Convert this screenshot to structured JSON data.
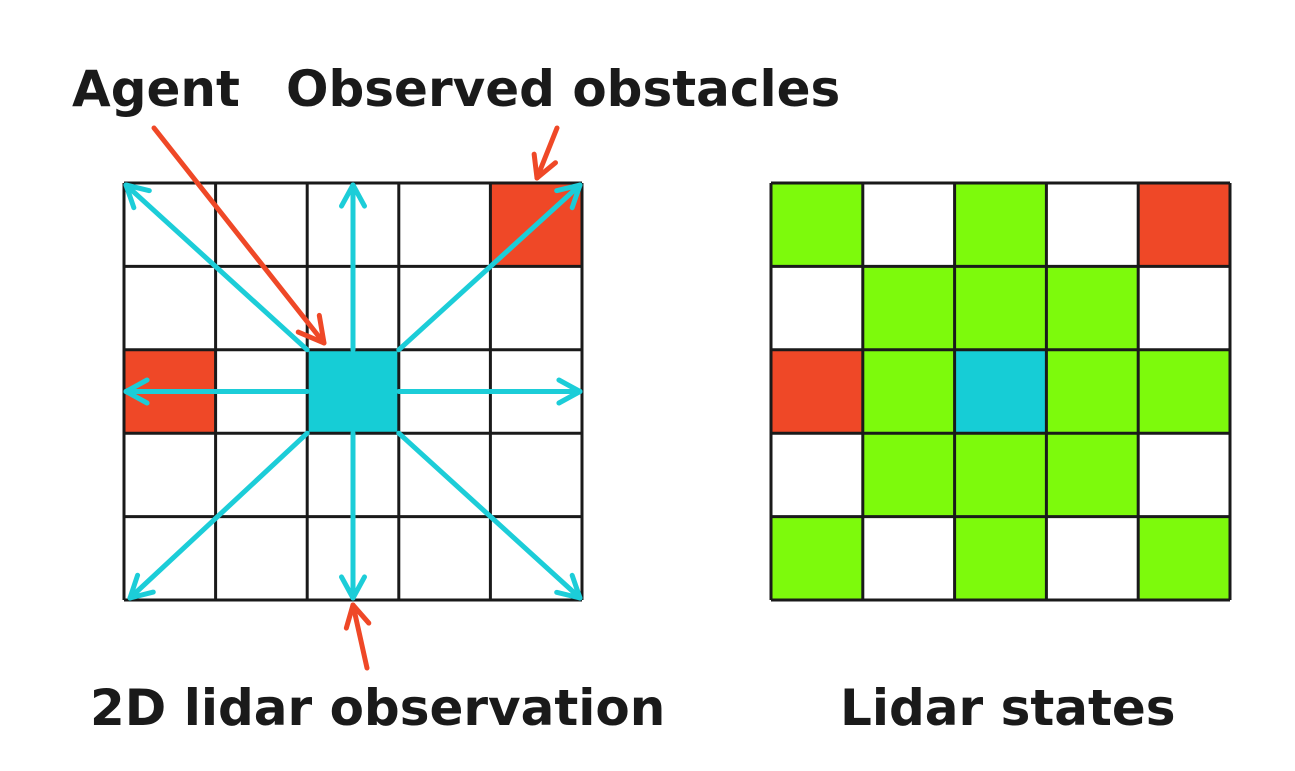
{
  "labels": {
    "agent": "Agent",
    "observed_obstacles": "Observed obstacles",
    "lidar_observation": "2D lidar observation",
    "lidar_states": "Lidar states"
  },
  "colors": {
    "agent": "#16cdd6",
    "obstacle": "#ef4827",
    "free_ray": "#7dfa0c",
    "ray": "#1ccdd8",
    "pointer": "#ef4827",
    "grid_line": "#1a1a1a",
    "empty": "#ffffff"
  },
  "grid": {
    "rows": 5,
    "cols": 5
  },
  "left_grid": {
    "cells": [
      [
        "empty",
        "empty",
        "empty",
        "empty",
        "obstacle"
      ],
      [
        "empty",
        "empty",
        "empty",
        "empty",
        "empty"
      ],
      [
        "obstacle",
        "empty",
        "agent",
        "empty",
        "empty"
      ],
      [
        "empty",
        "empty",
        "empty",
        "empty",
        "empty"
      ],
      [
        "empty",
        "empty",
        "empty",
        "empty",
        "empty"
      ]
    ],
    "ray_directions": [
      "N",
      "NE",
      "E",
      "SE",
      "S",
      "SW",
      "W",
      "NW"
    ]
  },
  "right_grid": {
    "cells": [
      [
        "free",
        "empty",
        "free",
        "empty",
        "obstacle"
      ],
      [
        "empty",
        "free",
        "free",
        "free",
        "empty"
      ],
      [
        "obstacle",
        "free",
        "agent",
        "free",
        "free"
      ],
      [
        "empty",
        "free",
        "free",
        "free",
        "empty"
      ],
      [
        "free",
        "empty",
        "free",
        "empty",
        "free"
      ]
    ]
  }
}
